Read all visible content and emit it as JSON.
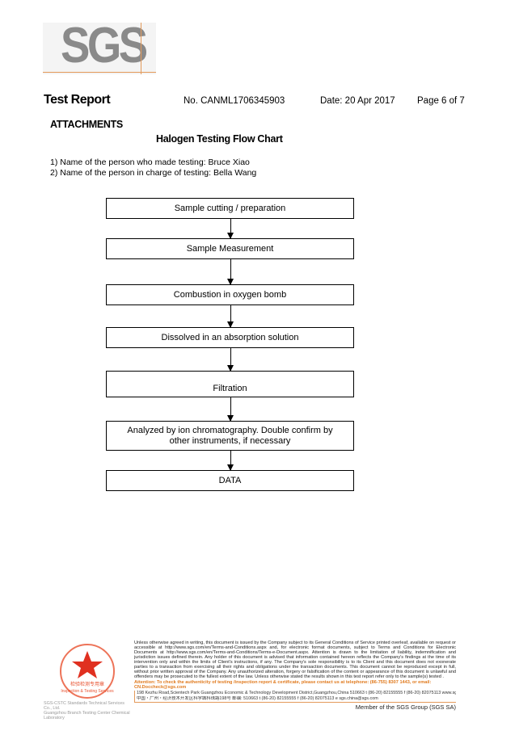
{
  "logo": {
    "text": "SGS",
    "accent": "#e39a5a"
  },
  "header": {
    "title": "Test Report",
    "report_no": "No. CANML1706345903",
    "date": "Date: 20 Apr 2017",
    "page": "Page 6 of 7"
  },
  "section": "ATTACHMENTS",
  "chart_title": "Halogen Testing Flow Chart",
  "persons": [
    "1) Name of the person who made testing: Bruce Xiao",
    "2) Name of the person in charge of testing: Bella Wang"
  ],
  "steps": [
    "Sample cutting / preparation",
    "Sample Measurement",
    "Combustion in oxygen bomb",
    "Dissolved in an absorption solution",
    "Filtration",
    "Analyzed by ion chromatography. Double confirm by other instruments, if necessary",
    "DATA"
  ],
  "footer": {
    "legal": "Unless otherwise agreed in writing, this document is issued by the Company subject to its General Conditions of Service printed overleaf, available on request or accessible at http://www.sgs.com/en/Terms-and-Conditions.aspx and, for electronic format documents, subject to Terms and Conditions for Electronic Documents at http://www.sgs.com/en/Terms-and-Conditions/Terms-e-Document.aspx. Attention is drawn to the limitation of liability, indemnification and jurisdiction issues defined therein. Any holder of this document is advised that information contained hereon reflects the Company's findings at the time of its intervention only and within the limits of Client's instructions, if any. The Company's sole responsibility is to its Client and this document does not exonerate parties to a transaction from exercising all their rights and obligations under the transaction documents. This document cannot be reproduced except in full, without prior written approval of the Company. Any unauthorized alteration, forgery or falsification of the content or appearance of this document is unlawful and offenders may be prosecuted to the fullest extent of the law. Unless otherwise stated the results shown in this test report refer only to the sample(s) tested .",
    "attention": "Attention: To check the authenticity of testing /inspection report & certificate, please contact us at telephone: (86-755) 8307 1443, or email: CN.Doccheck@sgs.com",
    "address_en": "198 Kezhu Road,Scientech Park Guangzhou Economic & Technology Development District,Guangzhou,China 510663   t (86-20) 82155555   f (86-20) 82075113   www.sgsgroup.com.cn",
    "address_cn": "中国・广州・经济技术开发区科学城科珠路198号   邮编: 510663   t (86-20) 82155555   f (86-20) 82075113   e sgs.china@sgs.com",
    "company_1": "SGS-CSTC Standards Technical Services Co., Ltd.",
    "company_2": "Guangzhou Branch Testing Center Chemical Laboratory",
    "stamp_text": "检验检测专用章",
    "stamp_sub": "Inspection & Testing Services",
    "member": "Member of the SGS Group (SGS SA)"
  }
}
